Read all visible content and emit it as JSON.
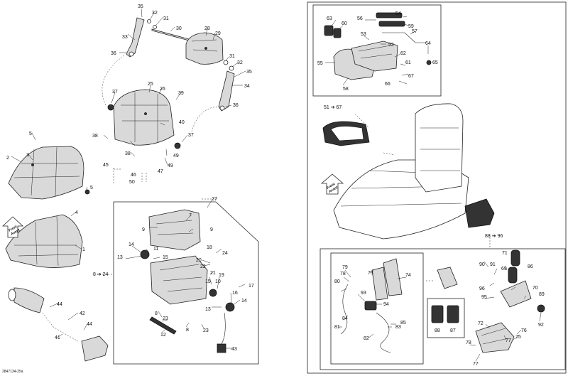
{
  "callouts": {
    "c35a": "35",
    "c32a": "32",
    "c31a": "31",
    "c30": "30",
    "c33": "33",
    "c36a": "36",
    "c28": "28",
    "c29": "29",
    "c31b": "31",
    "c32b": "32",
    "c35b": "35",
    "c34": "34",
    "c36b": "36",
    "c37a": "37",
    "c25": "25",
    "c26": "26",
    "c39": "39",
    "c40": "40",
    "c37b": "37",
    "c38a": "38",
    "c38b": "38",
    "c49a": "49",
    "c49b": "49",
    "c45": "45",
    "c46": "46",
    "c47": "47",
    "c50": "50",
    "c5a": "5",
    "c3": "3",
    "c2": "2",
    "c5b": "5",
    "c4": "4",
    "c1": "1",
    "c44a": "44",
    "c42": "42",
    "c41": "41",
    "c44b": "44",
    "c27": "27",
    "c7": "7",
    "c9a": "9",
    "c9b": "9",
    "c14a": "14",
    "c11": "11",
    "c13a": "13",
    "c15a": "15",
    "c18": "18",
    "c24a": "24",
    "c20": "20",
    "c22": "22",
    "c21": "21",
    "c19": "19",
    "c15b": "15",
    "c10": "10",
    "c16": "16",
    "c17": "17",
    "c13b": "13",
    "c14b": "14",
    "c8": "8",
    "c23a": "23",
    "c12": "12",
    "c8b": "8",
    "c23b": "23",
    "c43": "43",
    "c824": "8 ➔ 24",
    "c63": "63",
    "c60": "60",
    "c56": "56",
    "c54": "54",
    "c59": "59",
    "c53": "53",
    "c52": "52",
    "c57": "57",
    "c64": "64",
    "c65": "65",
    "c62": "62",
    "c61": "61",
    "c67": "67",
    "c66": "66",
    "c55": "55",
    "c58": "58",
    "c5167": "51 ➔ 67",
    "c8896": "88 ➔ 96",
    "c71": "71",
    "c90": "90",
    "c91": "91",
    "c69": "69",
    "c86": "86",
    "c70": "70",
    "c89": "89",
    "c96": "96",
    "c95": "95",
    "c92": "92",
    "c72": "72",
    "c76": "76",
    "c75": "75",
    "c77a": "77",
    "c78": "78",
    "c77b": "77",
    "c88": "88",
    "c87": "87",
    "c79": "79",
    "c73": "73",
    "c74": "74",
    "c78b": "78",
    "c80": "80",
    "c93": "93",
    "c94": "94",
    "c84": "84",
    "c85": "85",
    "c81": "81",
    "c82": "82",
    "c83": "83"
  },
  "arrow_badges": {
    "front": "Front",
    "avant": "Avant"
  },
  "drawing_ref": "2847134-25a"
}
